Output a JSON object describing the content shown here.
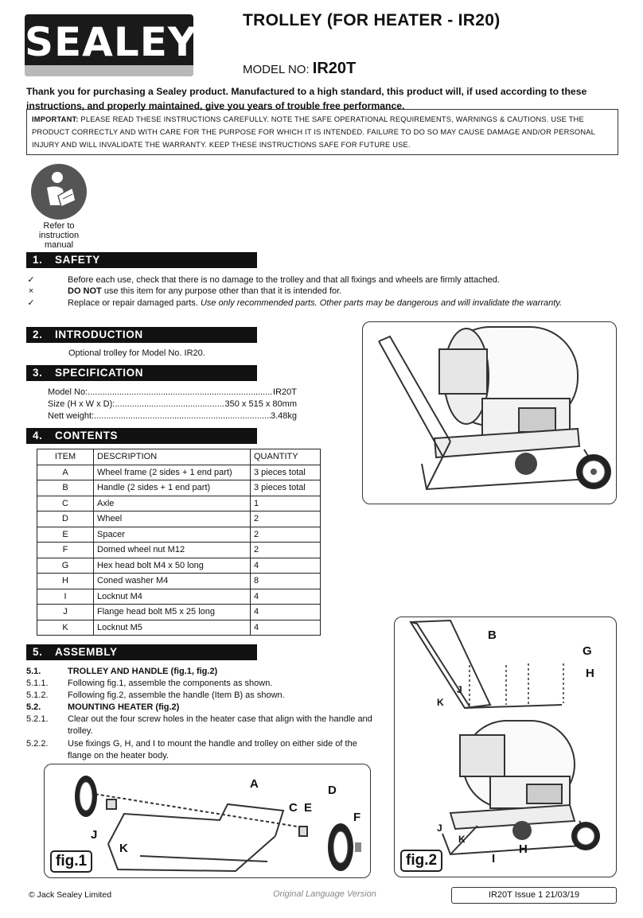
{
  "header": {
    "logo": "SEALEY",
    "title": "TROLLEY (FOR HEATER - IR20)",
    "model_label": "MODEL NO: ",
    "model_value": "IR20T"
  },
  "intro": "Thank you for purchasing a Sealey product. Manufactured to a high standard, this product will, if used according to these instructions, and properly maintained, give you years of trouble free performance.",
  "important": {
    "label": "IMPORTANT:",
    "text": " PLEASE READ THESE INSTRUCTIONS CAREFULLY. NOTE THE SAFE OPERATIONAL REQUIREMENTS, WARNINGS & CAUTIONS. USE THE PRODUCT CORRECTLY AND WITH CARE FOR THE PURPOSE FOR WHICH IT IS INTENDED. FAILURE TO DO SO MAY CAUSE DAMAGE AND/OR PERSONAL INJURY AND WILL INVALIDATE THE WARRANTY. KEEP THESE INSTRUCTIONS SAFE FOR FUTURE USE."
  },
  "refer_icon": {
    "icon": "read-manual-icon",
    "label": "Refer to instruction manual"
  },
  "sections": {
    "safety": {
      "num": "1.",
      "title": "SAFETY"
    },
    "introduction": {
      "num": "2.",
      "title": "INTRODUCTION"
    },
    "specification": {
      "num": "3.",
      "title": "SPECIFICATION"
    },
    "contents": {
      "num": "4.",
      "title": "CONTENTS"
    },
    "assembly": {
      "num": "5.",
      "title": "ASSEMBLY"
    }
  },
  "safety": [
    {
      "mark": "✓",
      "bold": "",
      "text": "Before each use, check that there is no damage to the trolley and that all fixings and wheels are firmly attached.",
      "italic": ""
    },
    {
      "mark": "×",
      "bold": "DO NOT",
      "text": " use this item for any purpose other than that it is intended for.",
      "italic": ""
    },
    {
      "mark": "✓",
      "bold": "",
      "text": "Replace or repair damaged parts. ",
      "italic": "Use only recommended parts. Other parts may be dangerous and will invalidate the warranty."
    }
  ],
  "introduction_text": "Optional trolley for Model No. IR20.",
  "specification": [
    {
      "label": "Model No: ",
      "value": "IR20T"
    },
    {
      "label": "Size (H x W x D): ",
      "value": "350 x 515 x 80mm"
    },
    {
      "label": "Nett weight: ",
      "value": " 3.48kg"
    }
  ],
  "contents_table": {
    "headers": [
      "ITEM",
      "DESCRIPTION",
      "QUANTITY"
    ],
    "rows": [
      [
        "A",
        "Wheel frame (2 sides + 1 end part)",
        "3 pieces total"
      ],
      [
        "B",
        "Handle (2 sides + 1 end part)",
        "3 pieces total"
      ],
      [
        "C",
        "Axle",
        "1"
      ],
      [
        "D",
        "Wheel",
        "2"
      ],
      [
        "E",
        "Spacer",
        "2"
      ],
      [
        "F",
        "Domed wheel nut M12",
        "2"
      ],
      [
        "G",
        "Hex head bolt M4 x 50 long",
        "4"
      ],
      [
        "H",
        "Coned washer M4",
        "8"
      ],
      [
        "I",
        "Locknut M4",
        "4"
      ],
      [
        "J",
        "Flange head bolt M5 x 25 long",
        "4"
      ],
      [
        "K",
        "Locknut M5",
        "4"
      ]
    ]
  },
  "assembly": [
    {
      "num": "5.1.",
      "text": "TROLLEY AND HANDLE (fig.1, fig.2)",
      "bold": true
    },
    {
      "num": "5.1.1.",
      "text": "Following fig.1, assemble the components as shown.",
      "bold": false
    },
    {
      "num": "5.1.2.",
      "text": "Following fig.2, assemble the handle (Item B) as shown.",
      "bold": false
    },
    {
      "num": "5.2.",
      "text": "MOUNTING HEATER (fig.2)",
      "bold": true
    },
    {
      "num": "5.2.1.",
      "text": "Clear out the four screw holes in the heater case that align with the handle and trolley.",
      "bold": false
    },
    {
      "num": "5.2.2.",
      "text": "Use fixings G, H, and I to mount the handle and trolley on either side of the flange on the heater body.",
      "bold": false
    }
  ],
  "figures": {
    "fig1": {
      "label": "fig.1",
      "letters": [
        "A",
        "C",
        "D",
        "E",
        "F",
        "J",
        "K"
      ]
    },
    "fig2": {
      "label": "fig.2",
      "letters": [
        "B",
        "G",
        "H",
        "J",
        "K",
        "J",
        "K",
        "H",
        "I"
      ]
    }
  },
  "footer": {
    "copyright": "© Jack Sealey Limited",
    "version": "Original Language Version",
    "issue": "IR20T   Issue 1   21/03/19"
  }
}
